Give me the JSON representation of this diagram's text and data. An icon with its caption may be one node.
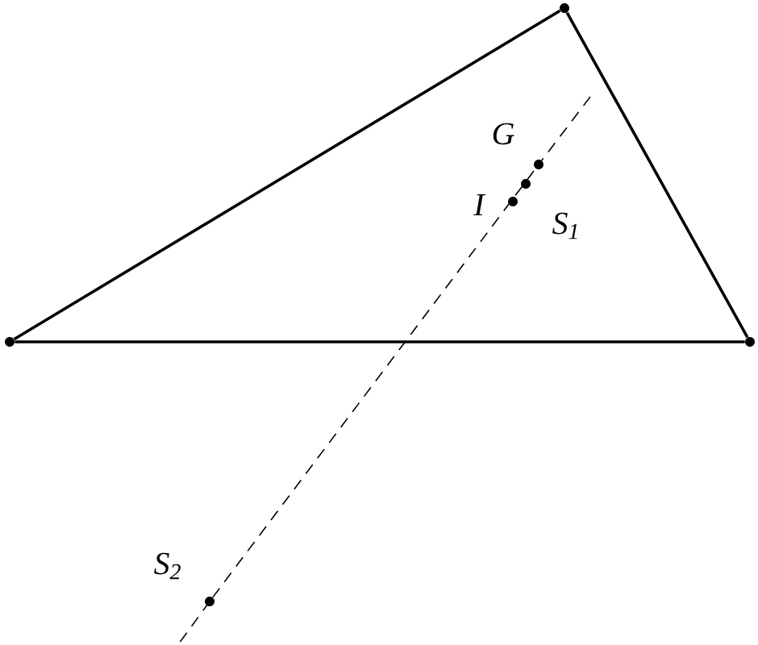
{
  "diagram": {
    "nodes": [
      {
        "text": [],
        "shape": "circle"
      },
      {
        "text": [],
        "shape": "circle"
      },
      {
        "text": [],
        "shape": "circle"
      },
      {
        "text": [],
        "shape": "circle",
        "beside": [
          "G"
        ]
      },
      {
        "text": [],
        "shape": "circle",
        "beside": [
          "S$_{1}$"
        ]
      },
      {
        "text": [],
        "shape": "circle",
        "beside": [
          "I"
        ]
      },
      {
        "text": [],
        "shape": "circle",
        "beside": [
          "S$_{2}$"
        ]
      }
    ],
    "edges": [
      {
        "from": 0,
        "to": 1,
        "arrow": "none"
      },
      {
        "from": 1,
        "to": 2,
        "arrow": "none"
      },
      {
        "from": 2,
        "to": 0,
        "arrow": "none"
      },
      {
        "from": 6,
        "to": 3,
        "arrow": "none",
        "style": "dashed"
      }
    ]
  }
}
